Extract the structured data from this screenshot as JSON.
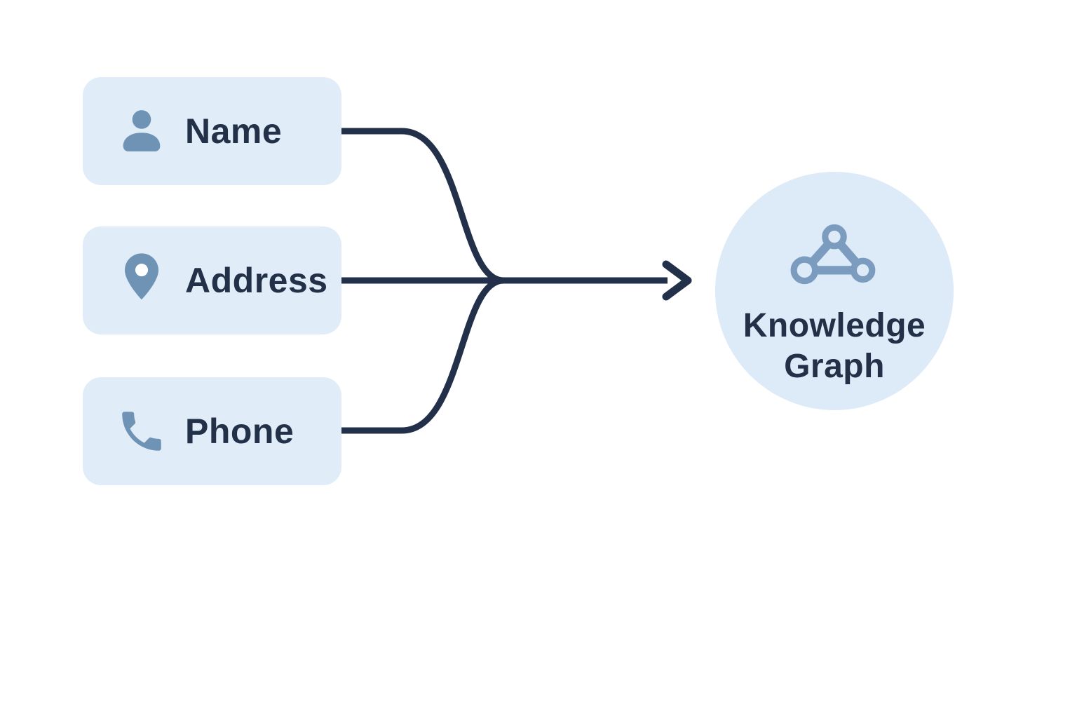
{
  "diagram": {
    "sources": [
      {
        "label": "Name",
        "icon": "person-icon"
      },
      {
        "label": "Address",
        "icon": "location-pin-icon"
      },
      {
        "label": "Phone",
        "icon": "phone-icon"
      }
    ],
    "target": {
      "icon": "knowledge-graph-icon",
      "label_line1": "Knowledge",
      "label_line2": "Graph"
    },
    "relationship": "three source attributes merge into one arrow pointing to the knowledge graph"
  },
  "colors": {
    "card_bg": "#e0edf9",
    "circle_bg": "#ddeaf7",
    "ink": "#233148",
    "line": "#23304a",
    "icon_blue": "#6e93b5",
    "graph_icon_blue": "#7b9cbe",
    "pin_hole": "#ffffff",
    "canvas_bg": "#ffffff"
  }
}
